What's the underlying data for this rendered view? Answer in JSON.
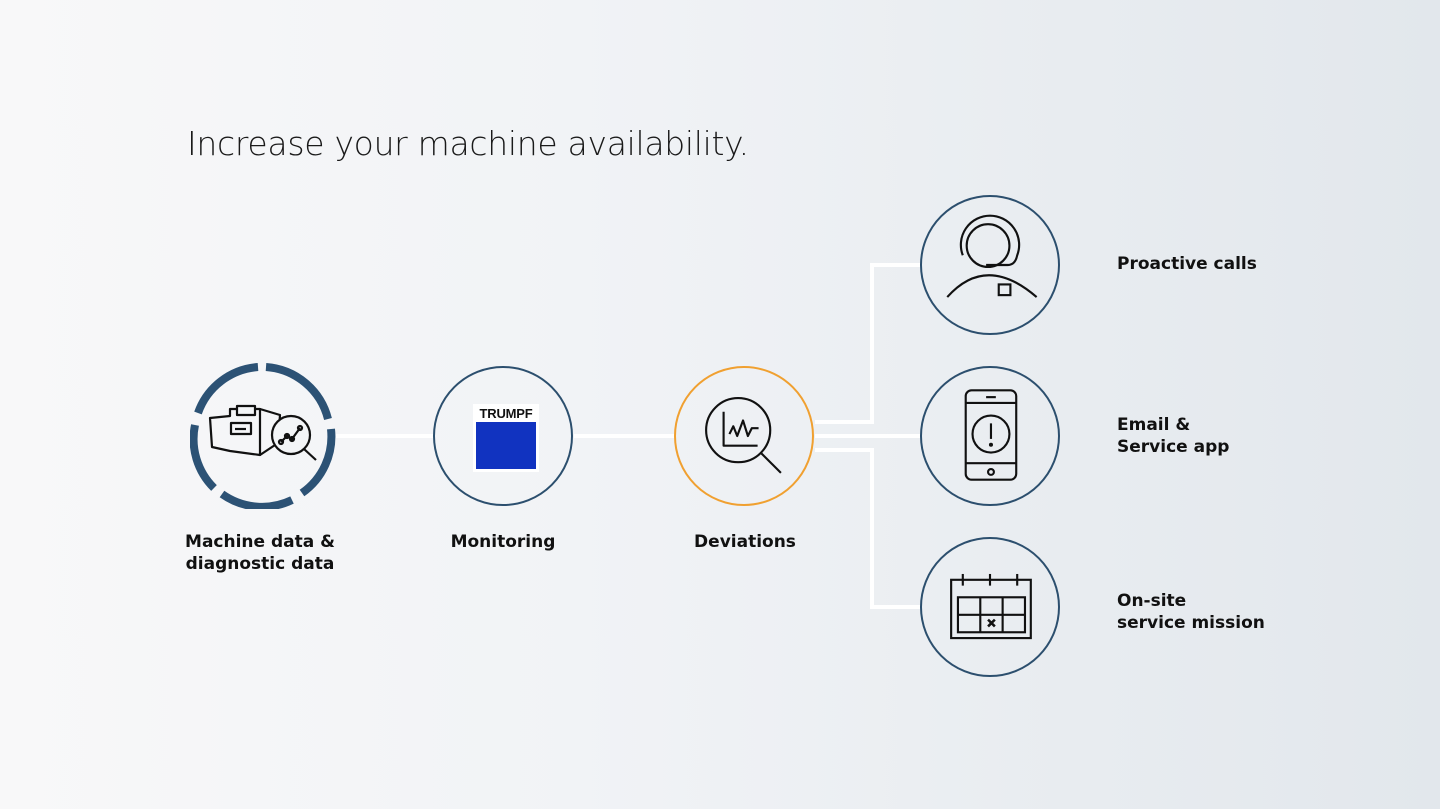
{
  "title": "Increase your machine availability.",
  "colors": {
    "node_border": "#2c4f6e",
    "deviation_border": "#f0a030",
    "ring": "#2c5275",
    "connector": "#ffffff",
    "trumpf_blue": "#1133c0"
  },
  "flow": {
    "machine": {
      "label_line1": "Machine data &",
      "label_line2": "diagnostic data",
      "icon": "machine-analysis-icon"
    },
    "monitoring": {
      "label": "Monitoring",
      "logo_text": "TRUMPF",
      "icon": "trumpf-logo"
    },
    "deviations": {
      "label": "Deviations",
      "icon": "chart-magnifier-icon"
    }
  },
  "outcomes": {
    "calls": {
      "label": "Proactive calls",
      "icon": "headset-agent-icon"
    },
    "app": {
      "label_line1": "Email &",
      "label_line2": "Service app",
      "icon": "phone-alert-icon"
    },
    "onsite": {
      "label_line1": "On-site",
      "label_line2": "service mission",
      "icon": "calendar-icon"
    }
  }
}
